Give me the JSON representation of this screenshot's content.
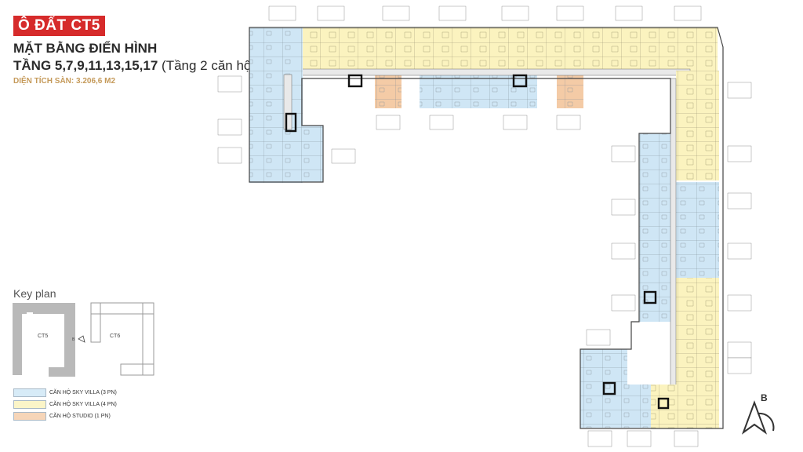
{
  "header": {
    "badge": "Ô ĐẤT CT5",
    "title": "MẶT BẰNG ĐIỂN HÌNH",
    "floors_bold": "TẦNG 5,7,9,11,13,15,17",
    "floors_note": "(Tầng 2 căn hộ)",
    "area": "DIỆN TÍCH SÀN: 3.206,6 M2"
  },
  "keyplan": {
    "title": "Key plan",
    "label_ct5": "CT5",
    "label_ct6": "CT6",
    "label_b": "B"
  },
  "legend": [
    {
      "label": "CĂN HỘ SKY VILLA (3 PN)",
      "color": "#d7ebf7"
    },
    {
      "label": "CĂN HỘ SKY VILLA (4 PN)",
      "color": "#fbf5c8"
    },
    {
      "label": "CĂN HỘ STUDIO (1 PN)",
      "color": "#f6d5b8"
    }
  ],
  "colors": {
    "villa3": "#cfe6f5",
    "villa4": "#fbf3bf",
    "studio": "#f4cba6",
    "wall": "#444444"
  },
  "compass": {
    "letter": "B"
  }
}
